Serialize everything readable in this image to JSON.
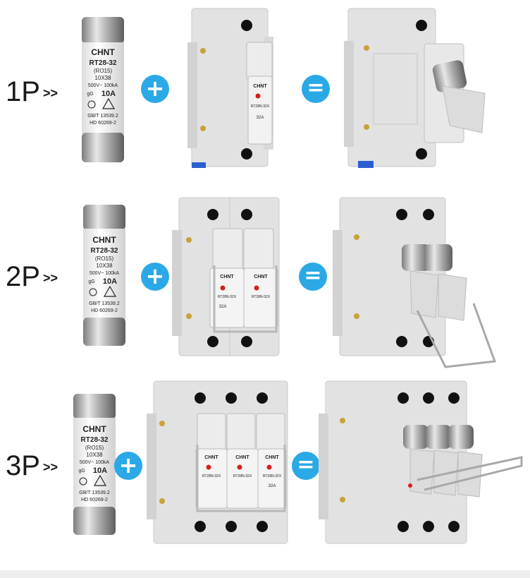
{
  "rows": [
    {
      "label": "1P",
      "arrows": ">>"
    },
    {
      "label": "2P",
      "arrows": ">>"
    },
    {
      "label": "3P",
      "arrows": ">>"
    }
  ],
  "operators": {
    "plus": "+",
    "equals": "="
  },
  "fuse": {
    "brand": "CHNT",
    "model": "RT28-32",
    "sub_model": "(RO15)",
    "size": "10X38",
    "rating_line": "500V~ 100kA",
    "gg": "gG",
    "current": "10A",
    "std1": "GB/T 13539.2",
    "std2": "HD 60269-2"
  },
  "holder": {
    "brand": "CHNT",
    "model": "RT28N-32X",
    "current": "32A"
  },
  "colors": {
    "accent_circle": "#2aa9e6",
    "holder_body": "#e4e4e4",
    "metal": "#c0c0c0"
  }
}
